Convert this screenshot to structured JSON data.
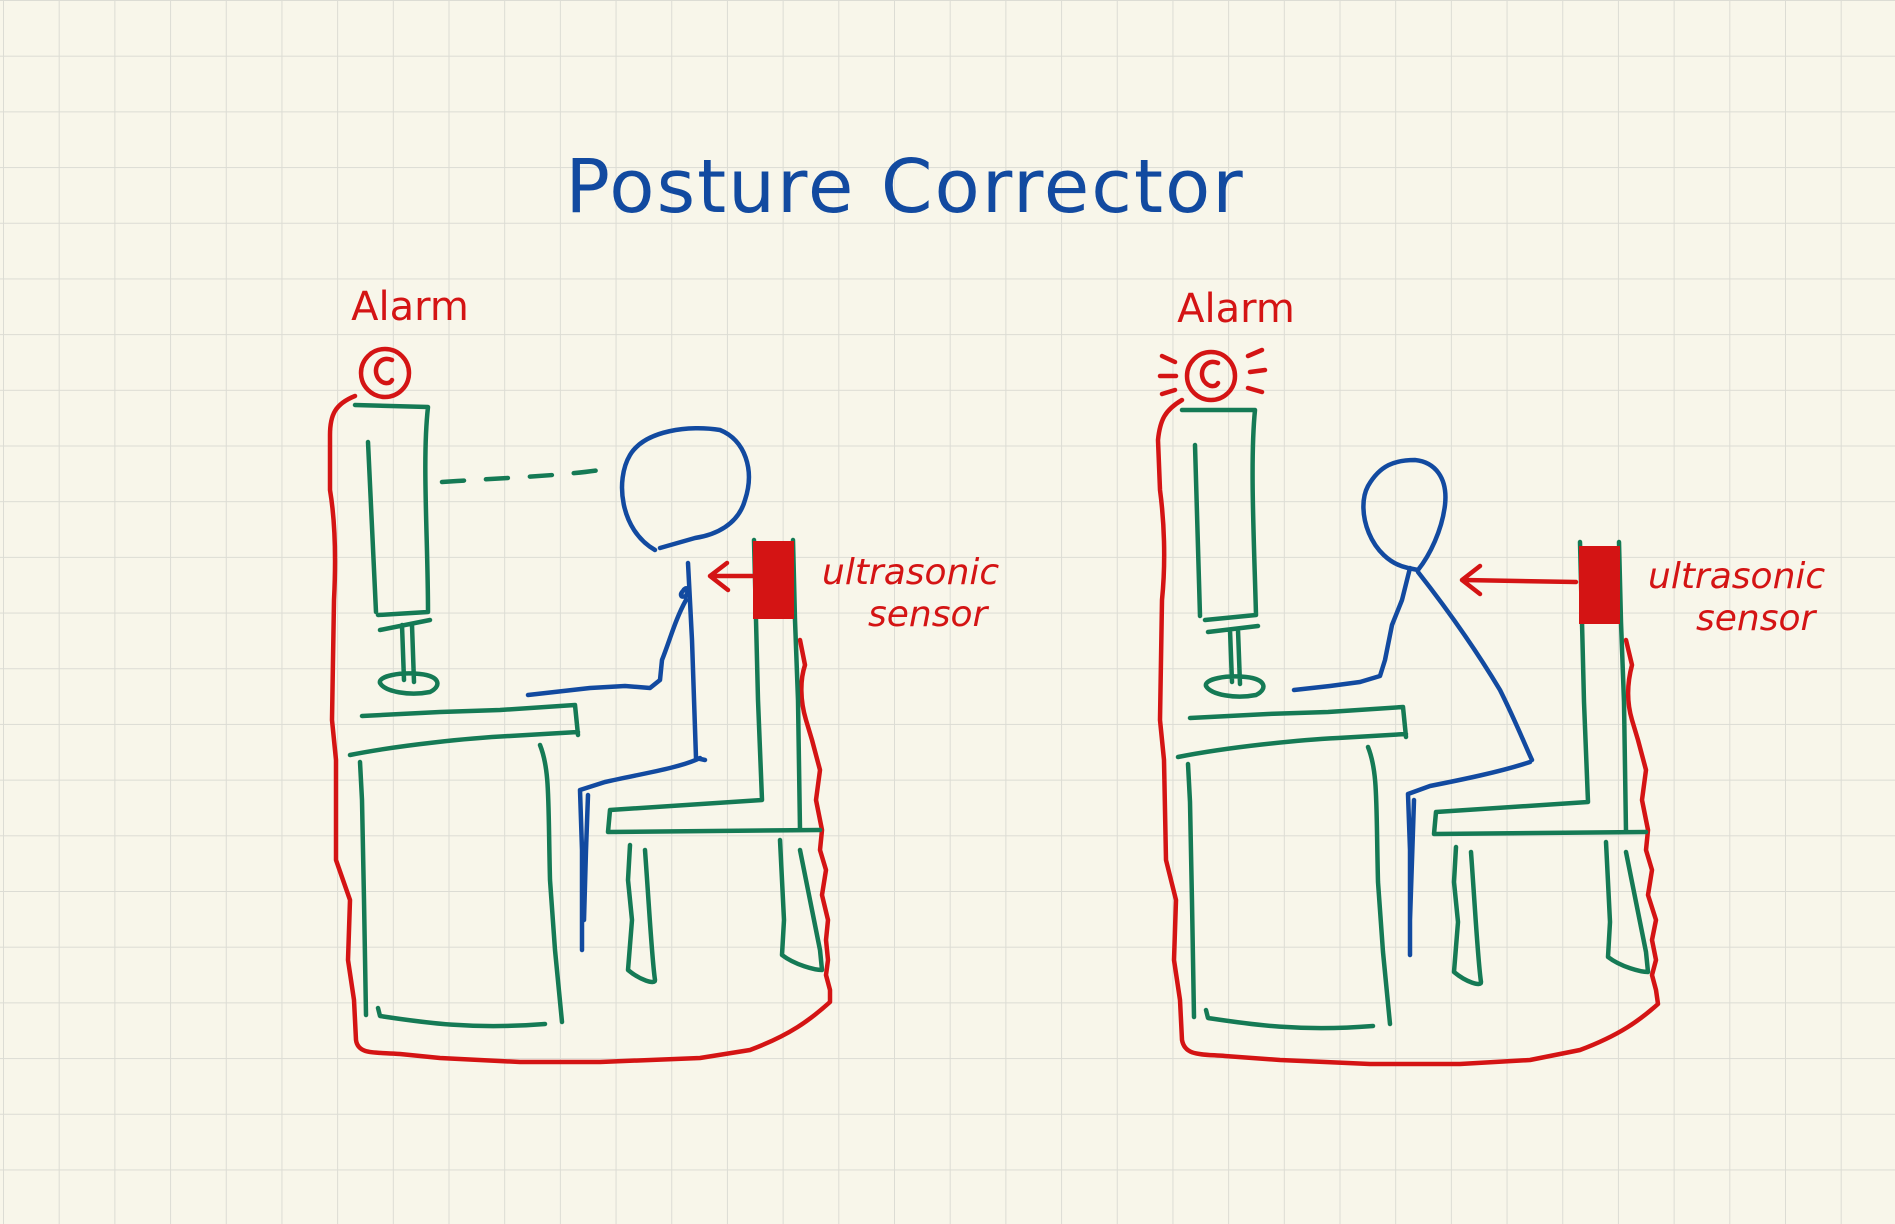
{
  "title": "Posture Corrector",
  "colors": {
    "background": "#f8f6ea",
    "grid": "#dcdcd4",
    "alarm_red": "#d41414",
    "furniture_green": "#157a55",
    "person_blue": "#124aa0"
  },
  "panels": [
    {
      "alarm_label": "Alarm",
      "sensor_label_line1": "ultrasonic",
      "sensor_label_line2": "sensor"
    },
    {
      "alarm_label": "Alarm",
      "sensor_label_line1": "ultrasonic",
      "sensor_label_line2": "sensor"
    }
  ]
}
